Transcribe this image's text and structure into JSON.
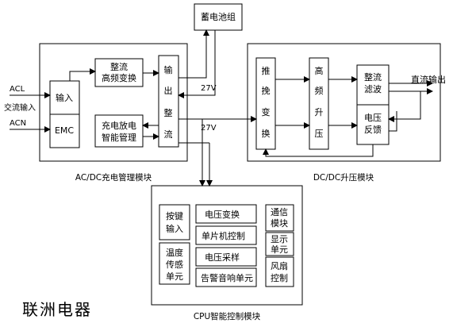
{
  "battery": "蓄电池组",
  "inputs": {
    "acl": "ACL",
    "ac_input": "交流输入",
    "acn": "ACN"
  },
  "ac_module": {
    "title": "AC/DC充电管理模块",
    "input_label": "输入",
    "emc_label": "EMC",
    "rectifier_line1": "整流",
    "rectifier_line2": "高频变换",
    "charge_line1": "充电放电",
    "charge_line2": "智能管理",
    "output_chars": [
      "输",
      "出",
      "整",
      "流"
    ]
  },
  "voltages": {
    "v_top": "27V",
    "v_bottom": "27V"
  },
  "dc_module": {
    "title": "DC/DC升压模块",
    "push_pull_chars": [
      "推",
      "挽",
      "变",
      "换"
    ],
    "hf_boost_chars": [
      "高",
      "频",
      "升",
      "压"
    ],
    "filter_line1": "整流",
    "filter_line2": "滤波",
    "feedback_line1": "电压",
    "feedback_line2": "反馈",
    "dc_output": "直流输出"
  },
  "cpu_module": {
    "title": "CPU智能控制模块",
    "key_line1": "按键",
    "key_line2": "输入",
    "temp_line1": "温度",
    "temp_line2": "传感",
    "temp_line3": "单元",
    "mid_items": [
      "电压变换",
      "单片机控制",
      "电压采样",
      "告警音响单元"
    ],
    "comm_line1": "通信",
    "comm_line2": "模块",
    "disp_line1": "显示",
    "disp_line2": "单元",
    "fan_line1": "风扇",
    "fan_line2": "控制"
  },
  "brand": "联洲电器"
}
